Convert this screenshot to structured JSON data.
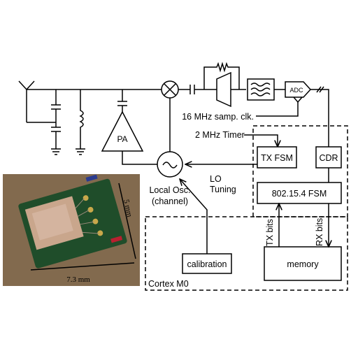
{
  "diagram": {
    "pa_label": "PA",
    "adc_label": "ADC",
    "samp_clk_label": "16 MHz samp. clk.",
    "timer_label": "2 MHz Timer",
    "tx_fsm_label": "TX FSM",
    "cdr_label": "CDR",
    "fsm_label": "802.15.4 FSM",
    "lo_tuning_line1": "LO",
    "lo_tuning_line2": "Tuning",
    "local_osc_line1": "Local Osc.",
    "local_osc_line2": "(channel)",
    "tx_bits_label": "TX bits",
    "rx_bits_label": "RX bits",
    "calibration_label": "calibration",
    "memory_label": "memory",
    "cortex_label": "Cortex M0"
  },
  "photo": {
    "dim_height": "5 mm",
    "dim_width": "7.3 mm",
    "colors": {
      "background": "#7a6247",
      "board": "#1f4d2a",
      "chip": "#c9a68c"
    }
  }
}
